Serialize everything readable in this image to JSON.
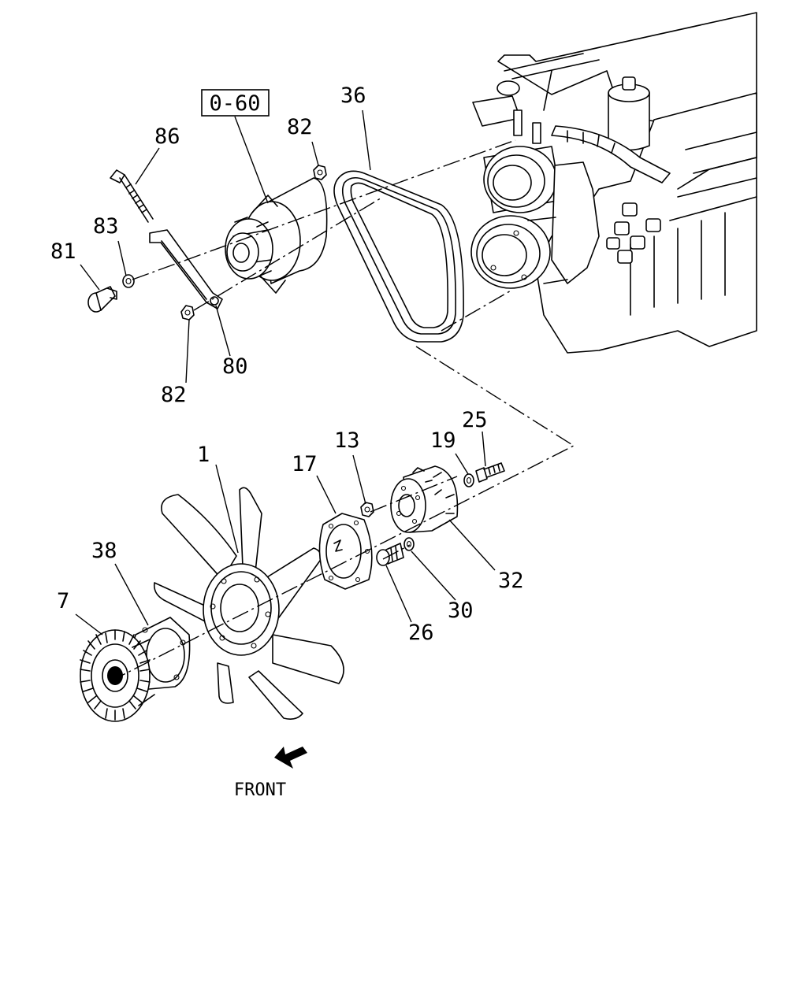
{
  "ref_box": "0-60",
  "front_label": "FRONT",
  "callouts": {
    "p1": "1",
    "p7": "7",
    "p13": "13",
    "p17": "17",
    "p19": "19",
    "p25": "25",
    "p26": "26",
    "p30": "30",
    "p32": "32",
    "p36": "36",
    "p38": "38",
    "p80": "80",
    "p81": "81",
    "p82_top": "82",
    "p82_bottom": "82",
    "p83": "83",
    "p86": "86"
  }
}
